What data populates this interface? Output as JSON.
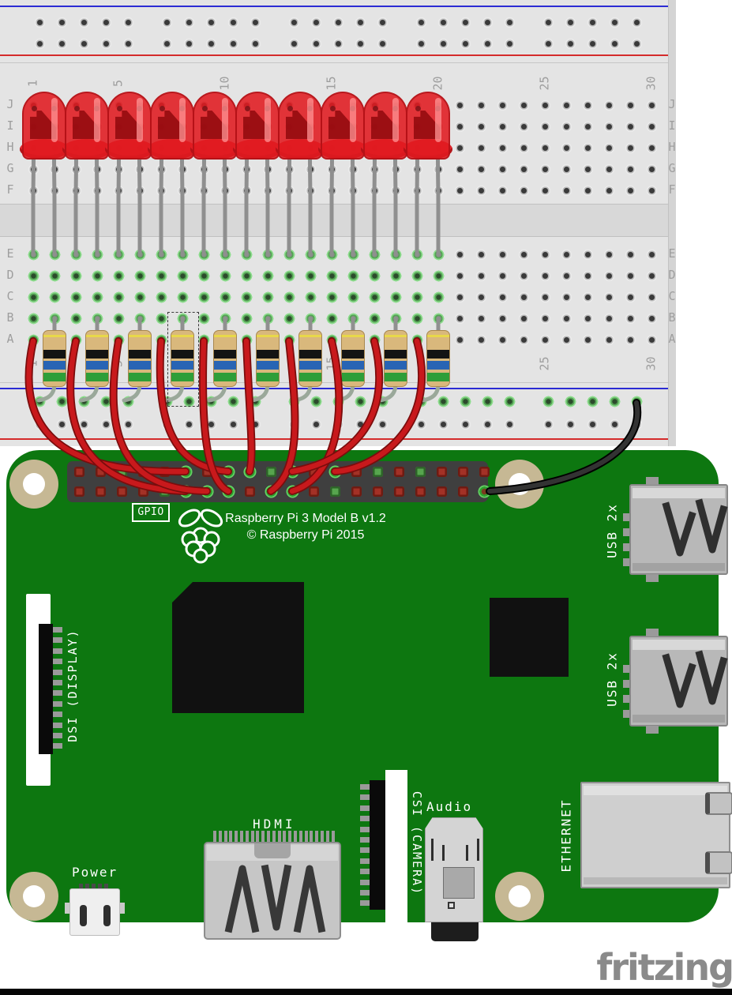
{
  "breadboard": {
    "row_letters_upper": [
      "J",
      "I",
      "H",
      "G",
      "F"
    ],
    "row_letters_lower": [
      "E",
      "D",
      "C",
      "B",
      "A"
    ],
    "column_numbers": [
      "1",
      "5",
      "10",
      "15",
      "20",
      "25",
      "30"
    ],
    "rail_positive_color": "#d42b2b",
    "rail_negative_color": "#2b2bd4"
  },
  "pi": {
    "gpio_label": "GPIO",
    "model_line1": "Raspberry Pi 3 Model B v1.2",
    "model_line2": "© Raspberry Pi 2015",
    "labels": {
      "power": "Power",
      "hdmi": "HDMI",
      "audio": "Audio",
      "ethernet": "ETHERNET",
      "usb1": "USB 2x",
      "usb2": "USB 2x",
      "csi": "CSI (CAMERA)",
      "dsi": "DSI (DISPLAY)"
    }
  },
  "components": {
    "led_count": 10,
    "resistor_count": 10,
    "red_wire_count": 10,
    "black_wire_count": 1,
    "resistor_band_colors": [
      "gold",
      "black",
      "blue",
      "green"
    ],
    "selected_component": "resistor-4"
  },
  "colors": {
    "board_green": "#0d7710",
    "wire_red": "#c8191c",
    "wire_black": "#1a1a1a",
    "led_red": "#e01a20",
    "resistor_tan": "#d9b87c",
    "logo_gray": "#8a8a8a"
  },
  "logo": "fritzing"
}
